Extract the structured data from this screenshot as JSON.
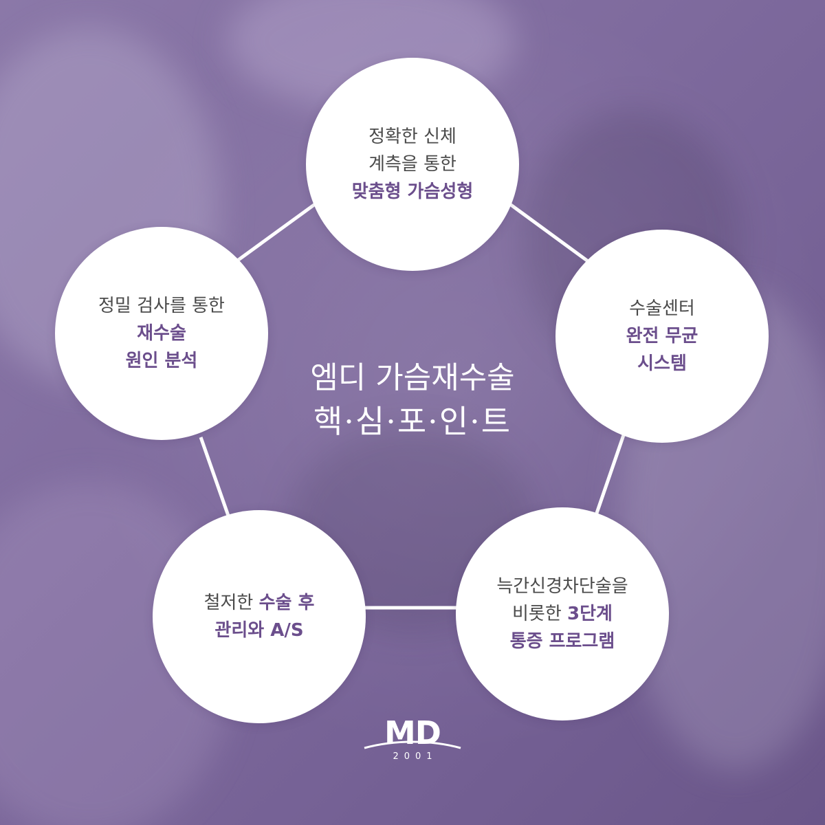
{
  "center": {
    "line1": "엠디 가슴재수술",
    "line2": "핵·심·포·인·트"
  },
  "circles": {
    "top": {
      "l1": "정확한 신체",
      "l2": "계측을 통한",
      "l3": "맞춤형 가슴성형"
    },
    "right": {
      "l1": "수술센터",
      "l2": "완전 무균",
      "l3": "시스템"
    },
    "br": {
      "l1": "늑간신경차단술을",
      "l2a": "비롯한 ",
      "l2b": "3단계",
      "l3": "통증 프로그램"
    },
    "bl": {
      "l1a": "철저한 ",
      "l1b": "수술 후",
      "l2": "관리와 A/S"
    },
    "left": {
      "l1": "정밀 검사를 통한",
      "l2": "재수술",
      "l3": "원인 분석"
    }
  },
  "logo": {
    "text": "MD",
    "year": "2001"
  },
  "colors": {
    "background": "#7f6b9e",
    "highlight": "#6b4e8c",
    "circle": "#ffffff"
  }
}
